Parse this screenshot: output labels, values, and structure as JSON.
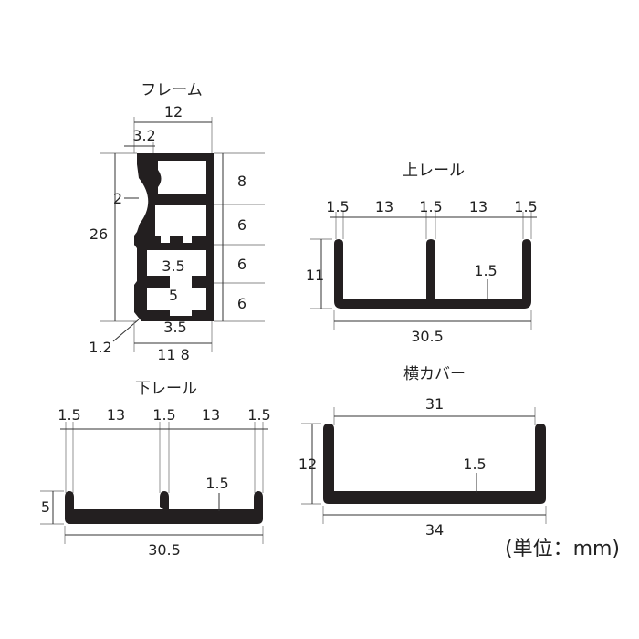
{
  "unit_note": "(単位：mm)",
  "frame": {
    "title": "フレーム",
    "width": "12",
    "lip": "3.2",
    "notch": "2",
    "height": "26",
    "seg1": "8",
    "seg2": "6",
    "seg3": "6",
    "seg4": "6",
    "gap_mid": "3.5",
    "inner": "5",
    "gap_bottom": "3.5",
    "wall": "1.2",
    "bottom_width": "11 8"
  },
  "upper_rail": {
    "title": "上レール",
    "t1": "1.5",
    "s1": "13",
    "t2": "1.5",
    "s2": "13",
    "t3": "1.5",
    "height": "11",
    "thickness": "1.5",
    "width": "30.5"
  },
  "lower_rail": {
    "title": "下レール",
    "t1": "1.5",
    "s1": "13",
    "t2": "1.5",
    "s2": "13",
    "t3": "1.5",
    "height": "5",
    "thickness": "1.5",
    "width": "30.5"
  },
  "side_cover": {
    "title": "横カバー",
    "inner_width": "31",
    "height": "12",
    "thickness": "1.5",
    "outer_width": "34"
  }
}
